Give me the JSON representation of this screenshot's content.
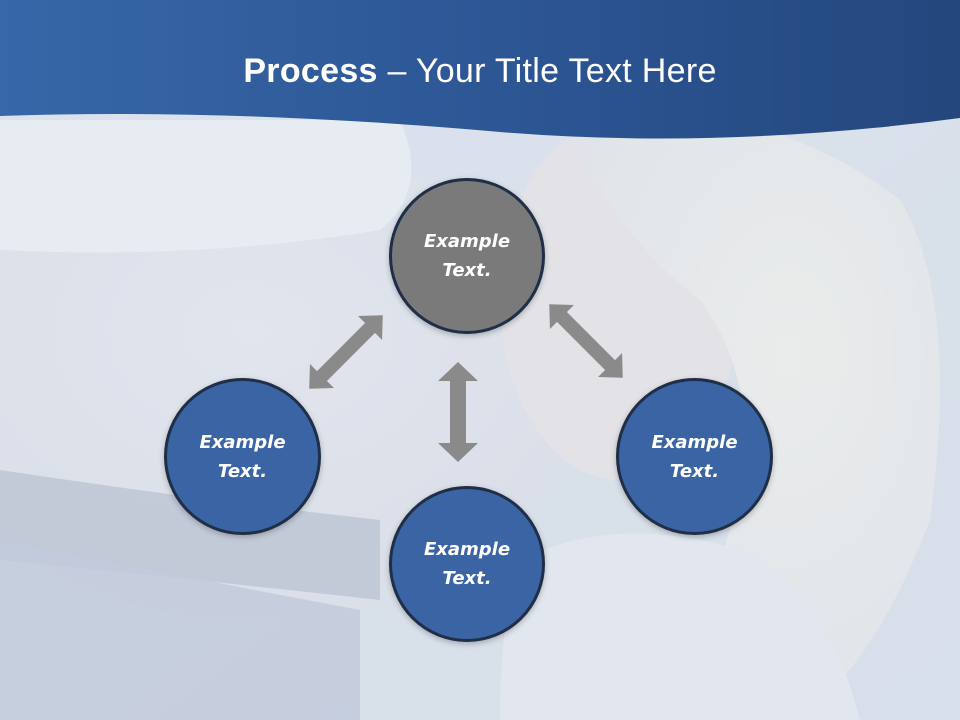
{
  "title": {
    "bold": "Process",
    "rest": " – Your Title Text Here"
  },
  "colors": {
    "header": "#2d5a97",
    "circle_blue": "#3a64a3",
    "circle_gray": "#7a7a7a",
    "circle_border": "#1f2f47",
    "arrow": "#8a8a8a"
  },
  "diagram": {
    "nodes": [
      {
        "id": "top",
        "label": "Example Text.",
        "color": "gray"
      },
      {
        "id": "left",
        "label": "Example Text.",
        "color": "blue"
      },
      {
        "id": "bottom",
        "label": "Example Text.",
        "color": "blue"
      },
      {
        "id": "right",
        "label": "Example Text.",
        "color": "blue"
      }
    ],
    "connectors": [
      {
        "from": "top",
        "to": "left",
        "type": "double-arrow"
      },
      {
        "from": "top",
        "to": "bottom",
        "type": "double-arrow"
      },
      {
        "from": "top",
        "to": "right",
        "type": "double-arrow"
      }
    ]
  }
}
